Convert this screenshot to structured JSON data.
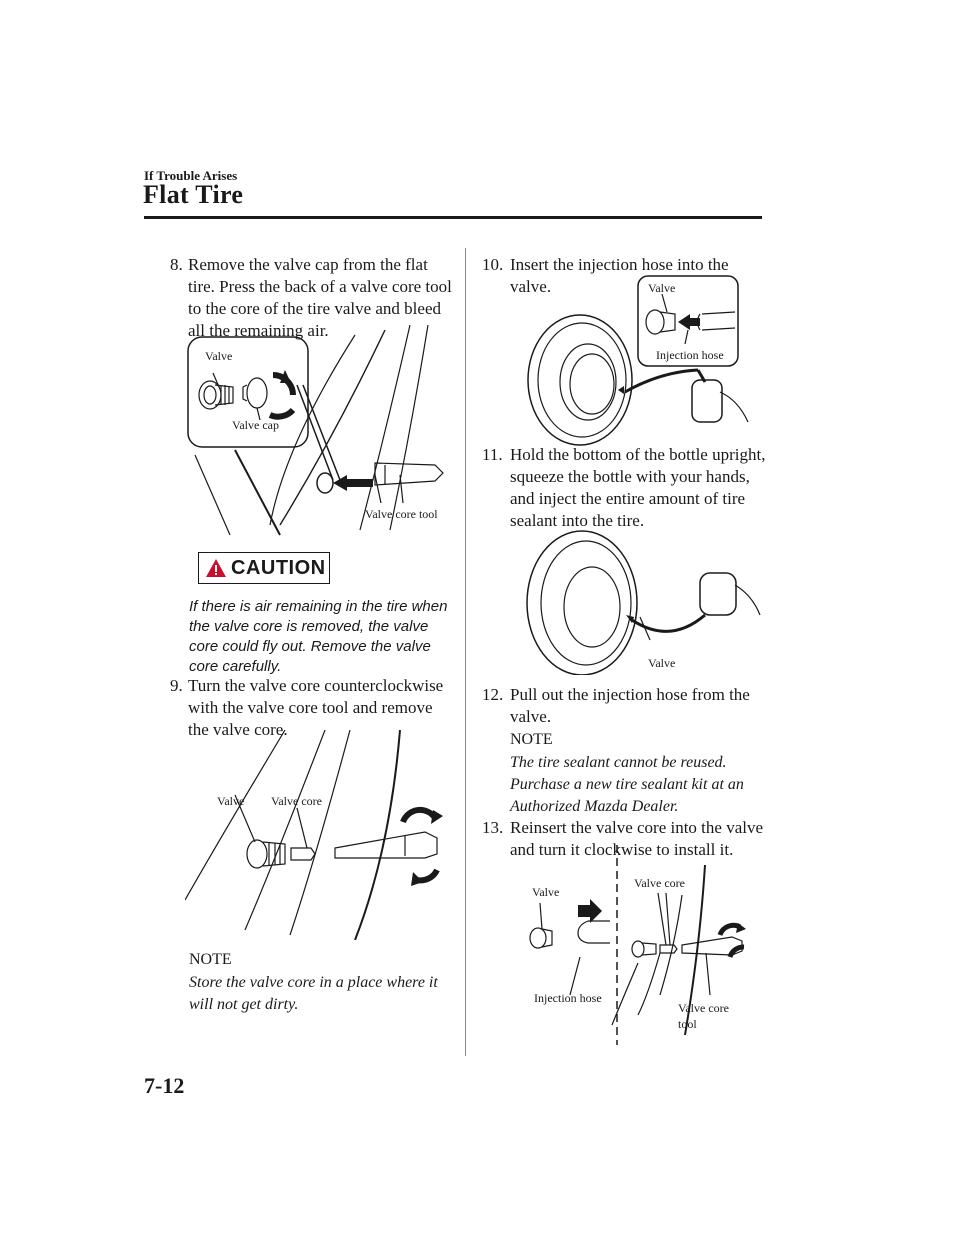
{
  "header": {
    "section": "If Trouble Arises",
    "title": "Flat Tire"
  },
  "steps": {
    "s8": {
      "num": "8.",
      "lines": [
        "Remove the valve cap from the flat",
        "tire. Press the back of a valve core tool",
        "to the core of the tire valve and bleed",
        "all the remaining air."
      ]
    },
    "s9": {
      "num": "9.",
      "lines": [
        "Turn the valve core counterclockwise",
        "with the valve core tool and remove",
        "the valve core."
      ]
    },
    "s10": {
      "num": "10.",
      "lines": [
        "Insert the injection hose into the valve."
      ]
    },
    "s11": {
      "num": "11.",
      "lines": [
        "Hold the bottom of the bottle upright,",
        "squeeze the bottle with your hands,",
        "and inject the entire amount of tire",
        "sealant into the tire."
      ]
    },
    "s12": {
      "num": "12.",
      "lines": [
        "Pull out the injection hose from the",
        "valve."
      ]
    },
    "s13": {
      "num": "13.",
      "lines": [
        "Reinsert the valve core into the valve",
        "and turn it clockwise to install it."
      ]
    }
  },
  "caution": {
    "label": "CAUTION",
    "lines": [
      "If there is air remaining in the tire when",
      "the valve core is removed, the valve",
      "core could fly out. Remove the valve",
      "core carefully."
    ]
  },
  "notes": {
    "n1": {
      "heading": "NOTE",
      "lines": [
        "Store the valve core in a place where it",
        "will not get dirty."
      ]
    },
    "n2": {
      "heading": "NOTE",
      "lines": [
        "The tire sealant cannot be reused.",
        "Purchase a new tire sealant kit at an",
        "Authorized Mazda Dealer."
      ]
    }
  },
  "labels": {
    "fig1_valve": "Valve",
    "fig1_valve_cap": "Valve cap",
    "fig1_core_tool": "Valve core tool",
    "fig2_valve": "Valve",
    "fig2_valve_core": "Valve core",
    "fig3_valve": "Valve",
    "fig3_injection_hose": "Injection hose",
    "fig4_valve": "Valve",
    "fig5_valve": "Valve",
    "fig5_valve_core": "Valve core",
    "fig5_injection_hose": "Injection hose",
    "fig5_core_tool_1": "Valve core",
    "fig5_core_tool_2": "tool"
  },
  "page_number": "7-12",
  "icons": [
    "warning-triangle-icon",
    "rotate-arrow-icon",
    "push-arrow-icon"
  ]
}
